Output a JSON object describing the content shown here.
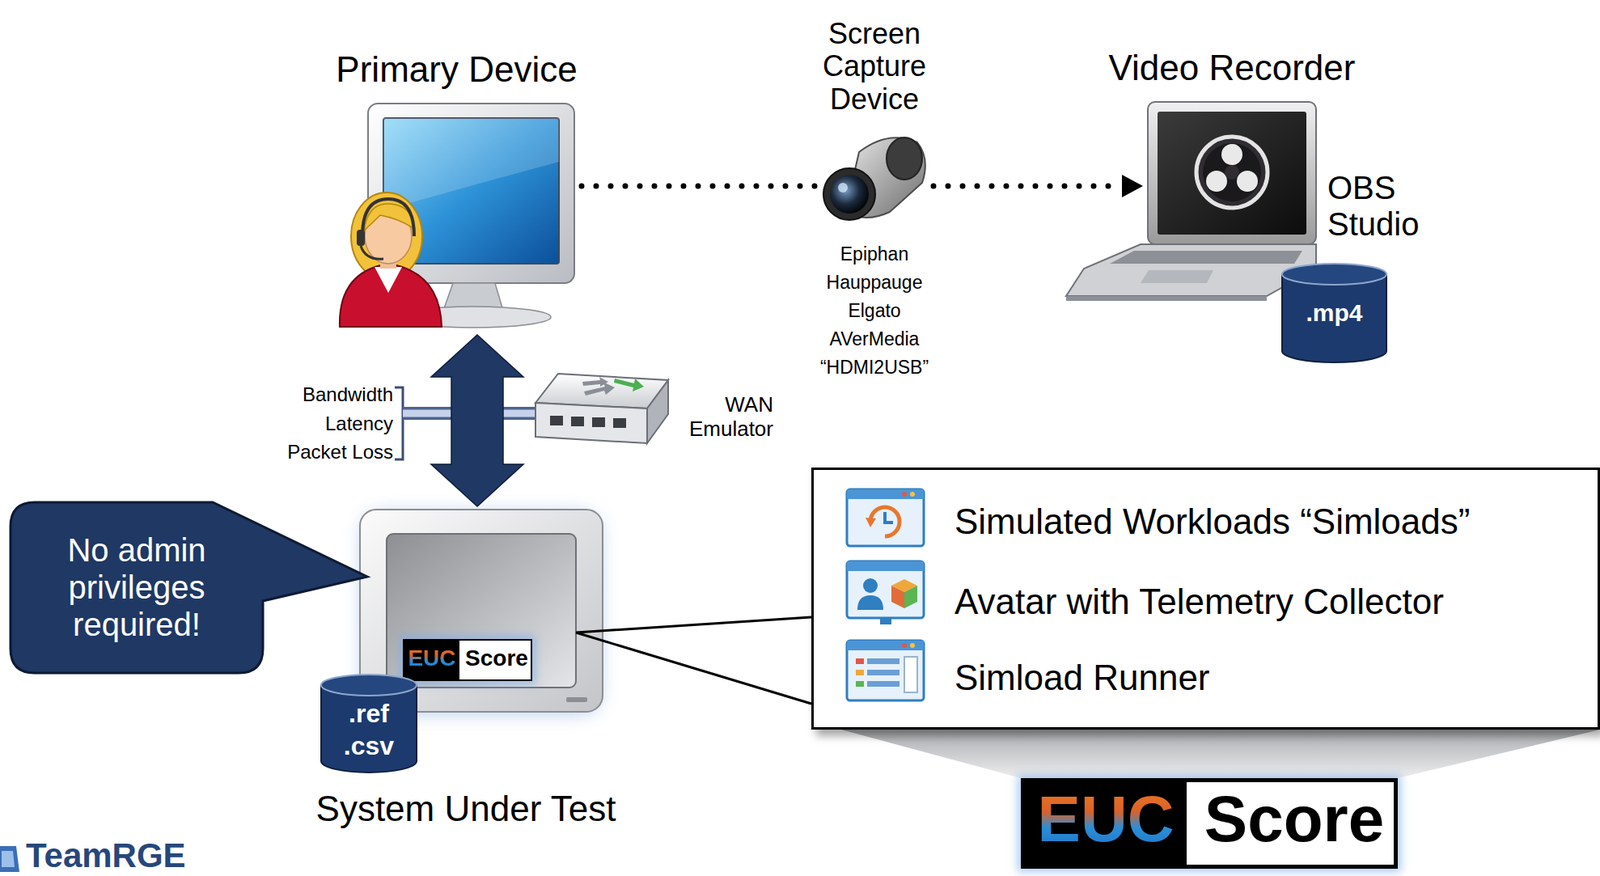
{
  "diagram": {
    "nodes": [
      {
        "text": [
          "Primary Device"
        ]
      },
      {
        "text": [
          "Screen Capture Device",
          "Epiphan",
          "Hauppauge",
          "Elgato",
          "AVerMedia",
          "“HDMI2USB”"
        ]
      },
      {
        "text": [
          "Video Recorder",
          "OBS Studio"
        ]
      },
      {
        "text": [
          ".mp4"
        ]
      },
      {
        "text": [
          "WAN Emulator"
        ]
      },
      {
        "text": [
          "No admin privileges required!"
        ]
      },
      {
        "text": [
          "System Under Test"
        ]
      },
      {
        "text": [
          "EUC",
          "Score"
        ],
        "in": 6
      },
      {
        "text": [
          ".ref",
          ".csv"
        ]
      },
      {
        "text": [
          "Simulated Workloads “Simloads”",
          "Avatar with Telemetry Collector",
          "Simload Runner"
        ]
      },
      {
        "text": [
          "EUC",
          "Score"
        ]
      }
    ],
    "edges": [
      {
        "from": 0,
        "to": 1,
        "arrow": "none"
      },
      {
        "from": 1,
        "to": 2,
        "arrow": "to"
      },
      {
        "from": 0,
        "to": 6,
        "arrow": "both"
      },
      {
        "from": 6,
        "to": 9,
        "arrow": "none"
      },
      {
        "from": 9,
        "to": 10,
        "arrow": "none"
      }
    ],
    "labels": [
      "Bandwidth",
      "Latency",
      "Packet Loss",
      "TeamRGE"
    ]
  }
}
